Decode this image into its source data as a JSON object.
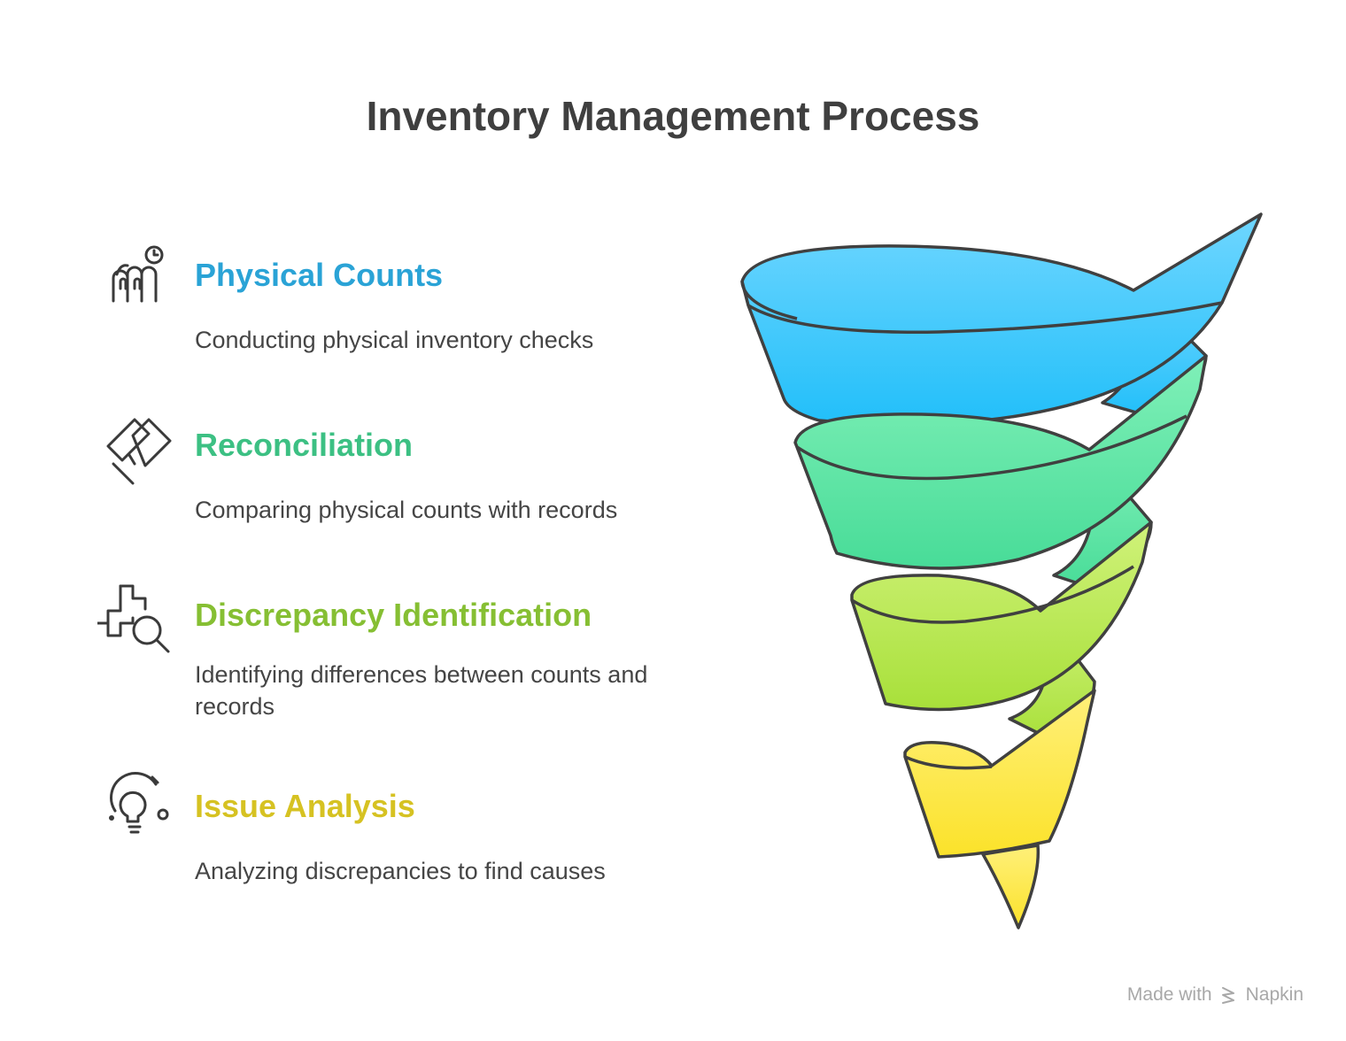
{
  "title": "Inventory Management Process",
  "steps": [
    {
      "heading": "Physical Counts",
      "description": "Conducting physical inventory checks",
      "color": "#2aa3d6",
      "icon": "fingers-clock-icon"
    },
    {
      "heading": "Reconciliation",
      "description": "Comparing physical counts with records",
      "color": "#3cc083",
      "icon": "diamond-compare-icon"
    },
    {
      "heading": "Discrepancy Identification",
      "description": "Identifying differences between counts and records",
      "color": "#86bf33",
      "icon": "medical-search-icon"
    },
    {
      "heading": "Issue Analysis",
      "description": "Analyzing discrepancies to find causes",
      "color": "#d6c222",
      "icon": "lightbulb-icon"
    }
  ],
  "funnel_colors": {
    "blue_top": "#6fd6ff",
    "blue_bottom": "#22bff9",
    "green_top": "#80f0b8",
    "green_bottom": "#48dc98",
    "lime_top": "#d0f27a",
    "lime_bottom": "#a8e03a",
    "yellow_top": "#fff07a",
    "yellow_bottom": "#fbe22a",
    "outline": "#404040"
  },
  "watermark": {
    "prefix": "Made with",
    "brand": "Napkin"
  }
}
